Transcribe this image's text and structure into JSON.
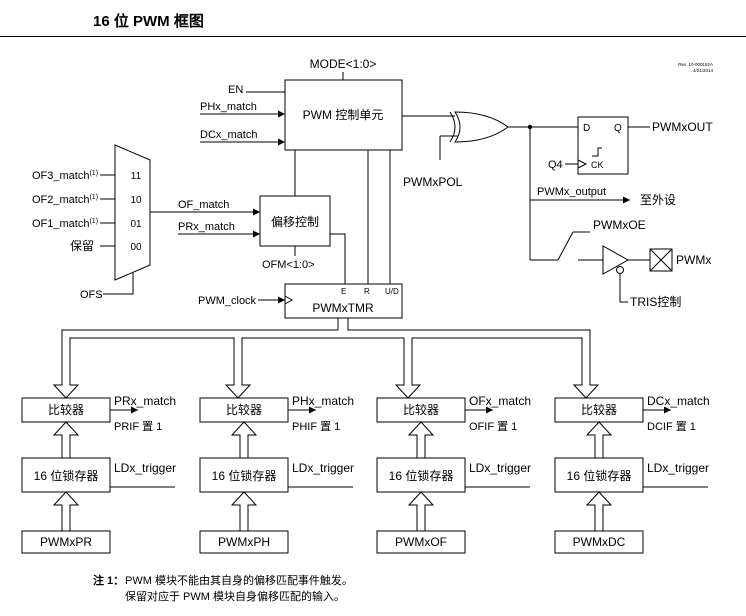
{
  "title": "16 位 PWM 框图",
  "revision": {
    "line1": "Rev. 10-000152A",
    "line2": "4/21/2014"
  },
  "signals": {
    "mode": "MODE<1:0>",
    "en": "EN",
    "phx_match_in": "PHx_match",
    "dcx_match_in": "DCx_match",
    "of3": "OF3_match",
    "of2": "OF2_match",
    "of1": "OF1_match",
    "sup": "(1)",
    "reserved": "保留",
    "ofs": "OFS",
    "of_match": "OF_match",
    "prx_match_in": "PRx_match",
    "ofm": "OFM<1:0>",
    "pwm_clock": "PWM_clock",
    "pwmxpol": "PWMxPOL",
    "pwmxout": "PWMxOUT",
    "q4": "Q4",
    "pwmx_output": "PWMx_output",
    "to_peripheral": "至外设",
    "pwmxoe": "PWMxOE",
    "pwmx_pin": "PWMx",
    "tris_control": "TRIS控制"
  },
  "mux": {
    "inputs": [
      "11",
      "10",
      "01",
      "00"
    ]
  },
  "blocks": {
    "pwm_control": "PWM 控制单元",
    "offset_control": "偏移控制",
    "timer": "PWMxTMR",
    "timer_e": "E",
    "timer_r": "R",
    "timer_ud": "U/D",
    "ff_d": "D",
    "ff_q": "Q",
    "ff_ck": "CK"
  },
  "channels": [
    {
      "comparator": "比较器",
      "match": "PRx_match",
      "flag": "PRIF 置 1",
      "latch": "16 位锁存器",
      "trigger": "LDx_trigger",
      "register": "PWMxPR"
    },
    {
      "comparator": "比较器",
      "match": "PHx_match",
      "flag": "PHIF 置 1",
      "latch": "16 位锁存器",
      "trigger": "LDx_trigger",
      "register": "PWMxPH"
    },
    {
      "comparator": "比较器",
      "match": "OFx_match",
      "flag": "OFIF 置 1",
      "latch": "16 位锁存器",
      "trigger": "LDx_trigger",
      "register": "PWMxOF"
    },
    {
      "comparator": "比较器",
      "match": "DCx_match",
      "flag": "DCIF 置 1",
      "latch": "16 位锁存器",
      "trigger": "LDx_trigger",
      "register": "PWMxDC"
    }
  ],
  "note": {
    "label": "注 1：",
    "line1": "PWM 模块不能由其自身的偏移匹配事件触发。",
    "line2": "保留对应于 PWM 模块自身偏移匹配的输入。"
  }
}
